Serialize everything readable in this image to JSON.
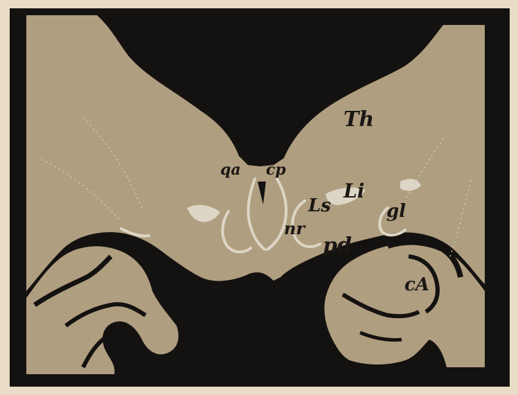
{
  "colors": {
    "paper": "#e8dcc6",
    "ink": "#141210",
    "tissue": "#b09e80",
    "highlight": "#ddd6c6",
    "label": "#1a1714"
  },
  "labels": {
    "Th": "Th",
    "qa": "qa",
    "cp": "cp",
    "Ls": "Ls",
    "Li": "Li",
    "gl": "gl",
    "nr": "nr",
    "pd": "pd",
    "ca": "cA"
  }
}
